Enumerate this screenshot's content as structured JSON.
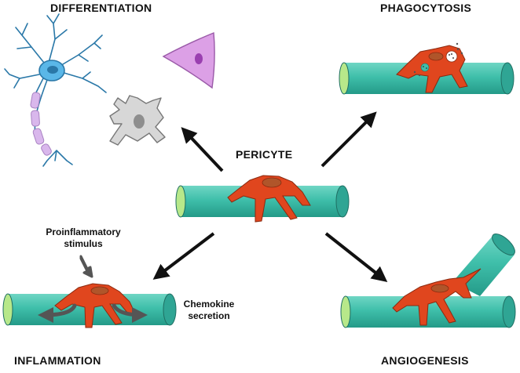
{
  "labels": {
    "differentiation": "DIFFERENTIATION",
    "phagocytosis": "PHAGOCYTOSIS",
    "pericyte": "PERICYTE",
    "inflammation": "INFLAMMATION",
    "angiogenesis": "ANGIOGENESIS",
    "stimulus_line1": "Proinflammatory",
    "stimulus_line2": "stimulus",
    "chemokine_line1": "Chemokine",
    "chemokine_line2": "secretion"
  },
  "colors": {
    "vessel": "#3fbfaa",
    "vessel_dark": "#1f6f63",
    "vessel_end": "#b7e88a",
    "pericyte": "#e0461e",
    "pericyte_nucleus": "#b0552a",
    "neuron": "#5ab7e8",
    "neuron_dark": "#2a78a8",
    "myelin": "#d9b7ec",
    "astro": "#d7d7d7",
    "fibro": "#dca0e6",
    "arrow": "#111111",
    "secretion_arrow": "#555555"
  }
}
